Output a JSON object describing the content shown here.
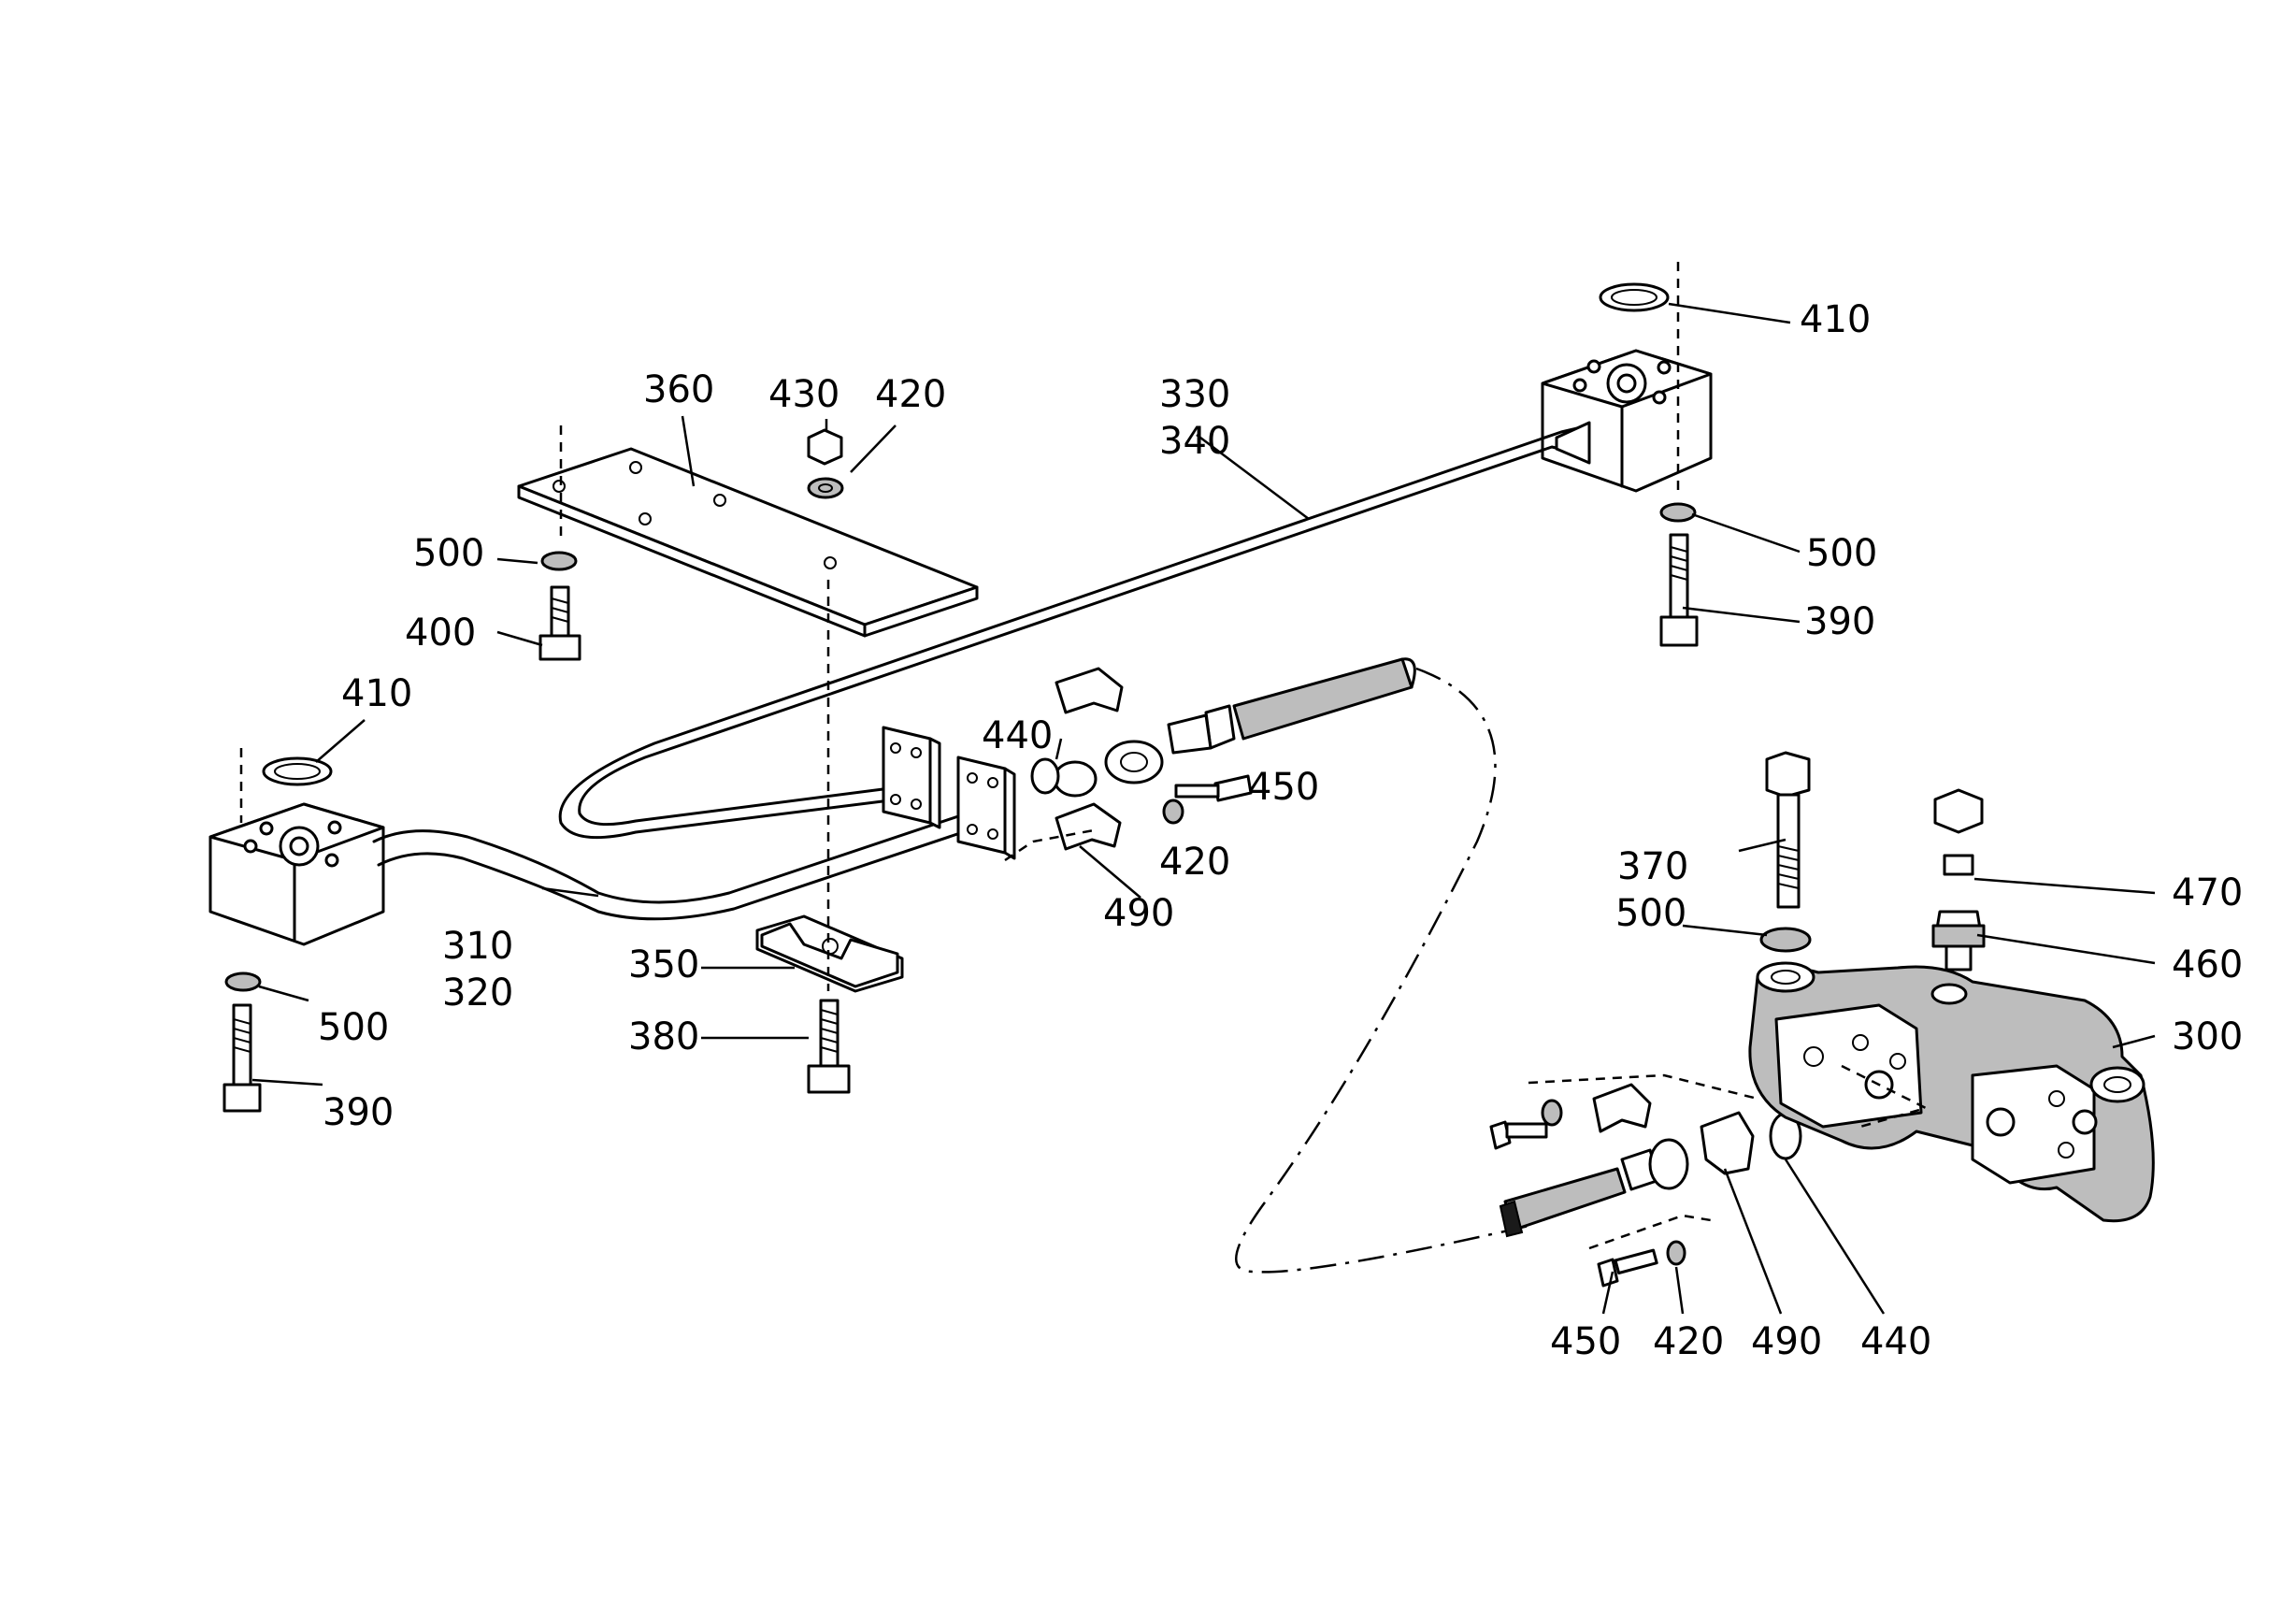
{
  "callouts": {
    "c300": "300",
    "c310": "310",
    "c320": "320",
    "c330": "330",
    "c340": "340",
    "c350": "350",
    "c360": "360",
    "c370": "370",
    "c380": "380",
    "c390_left": "390",
    "c390_right": "390",
    "c400": "400",
    "c410_left": "410",
    "c410_right": "410",
    "c420_top": "420",
    "c420_mid": "420",
    "c420_bottom": "420",
    "c430": "430",
    "c440_top": "440",
    "c440_bottom": "440",
    "c450_top": "450",
    "c450_bottom": "450",
    "c460": "460",
    "c470": "470",
    "c490_top": "490",
    "c490_bottom": "490",
    "c500_top_left": "500",
    "c500_right": "500",
    "c500_left": "500",
    "c500_mid": "500"
  }
}
